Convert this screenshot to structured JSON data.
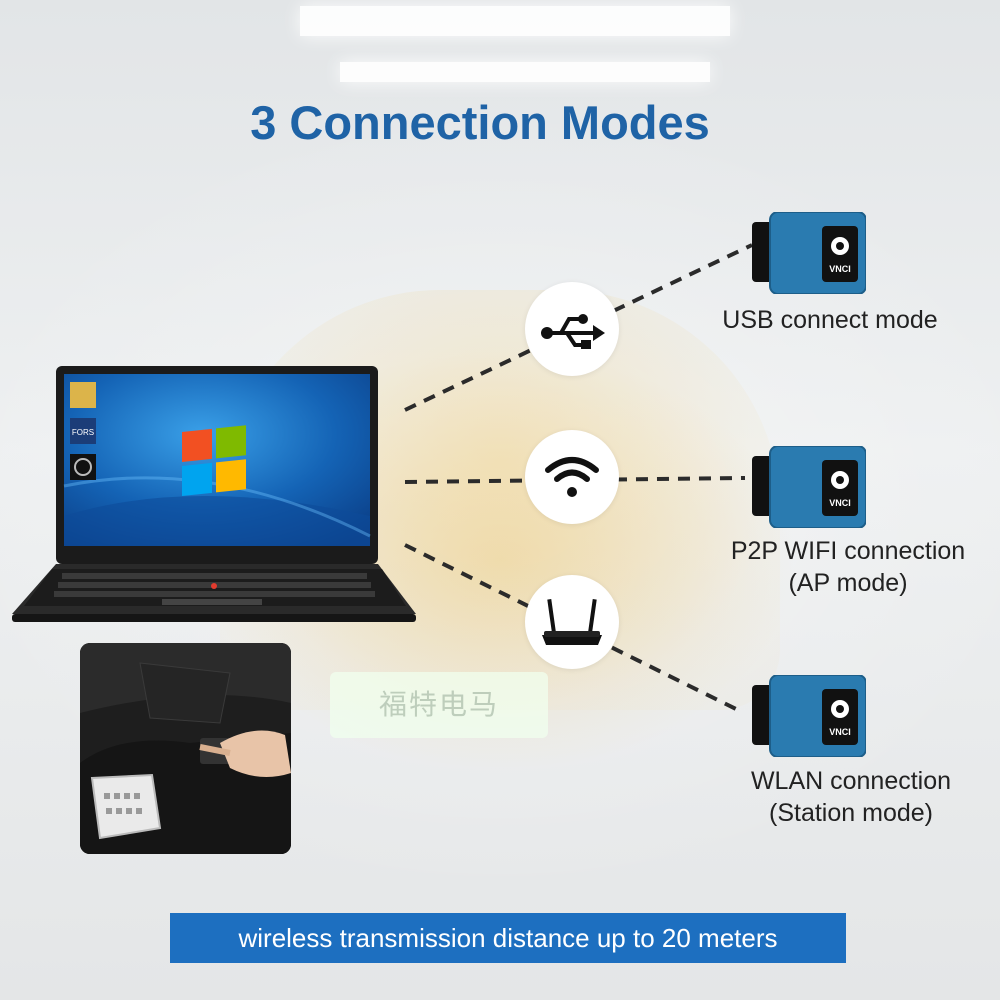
{
  "title": "3 Connection Modes",
  "background_sign": "福特电马",
  "laptop": {
    "desktop_icon_labels": [
      "FORS"
    ]
  },
  "device_brand": "VNCI",
  "modes": [
    {
      "lines": [
        "USB connect mode"
      ],
      "icon": "usb-icon"
    },
    {
      "lines": [
        "P2P WIFI connection",
        "(AP mode)"
      ],
      "icon": "wifi-icon"
    },
    {
      "lines": [
        "WLAN connection",
        "(Station mode)"
      ],
      "icon": "router-icon"
    }
  ],
  "banner": "wireless transmission distance up to 20 meters",
  "colors": {
    "title": "#1f63a6",
    "banner": "#1d6fc0",
    "device_body": "#2a7bb0"
  }
}
